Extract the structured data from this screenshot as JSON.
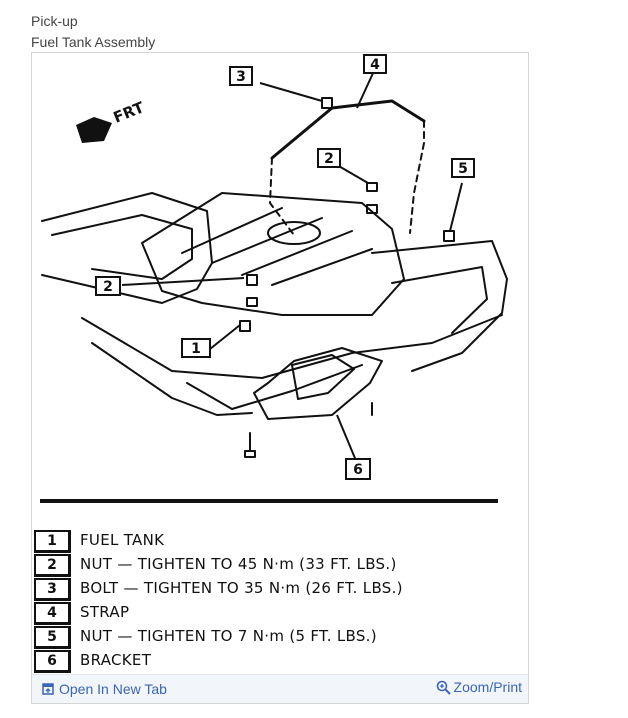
{
  "header": {
    "line1": "Pick-up",
    "line2": "Fuel Tank Assembly"
  },
  "figure": {
    "direction_label": "FRT",
    "callouts": [
      "1",
      "2",
      "2",
      "3",
      "4",
      "5",
      "6"
    ]
  },
  "legend": [
    {
      "num": "1",
      "text": "FUEL TANK"
    },
    {
      "num": "2",
      "text": "NUT — TIGHTEN TO 45 N·m (33 FT. LBS.)"
    },
    {
      "num": "3",
      "text": "BOLT — TIGHTEN TO 35 N·m (26 FT. LBS.)"
    },
    {
      "num": "4",
      "text": "STRAP"
    },
    {
      "num": "5",
      "text": "NUT — TIGHTEN TO 7 N·m (5 FT. LBS.)"
    },
    {
      "num": "6",
      "text": "BRACKET"
    }
  ],
  "actions": {
    "open_label": "Open In New Tab",
    "zoom_label": "Zoom/Print"
  },
  "colors": {
    "link": "#3a66b3",
    "header_text": "#444444",
    "toolbar_bg": "#f2f5fa"
  },
  "icons": [
    "open-new-tab-icon",
    "zoom-icon"
  ]
}
